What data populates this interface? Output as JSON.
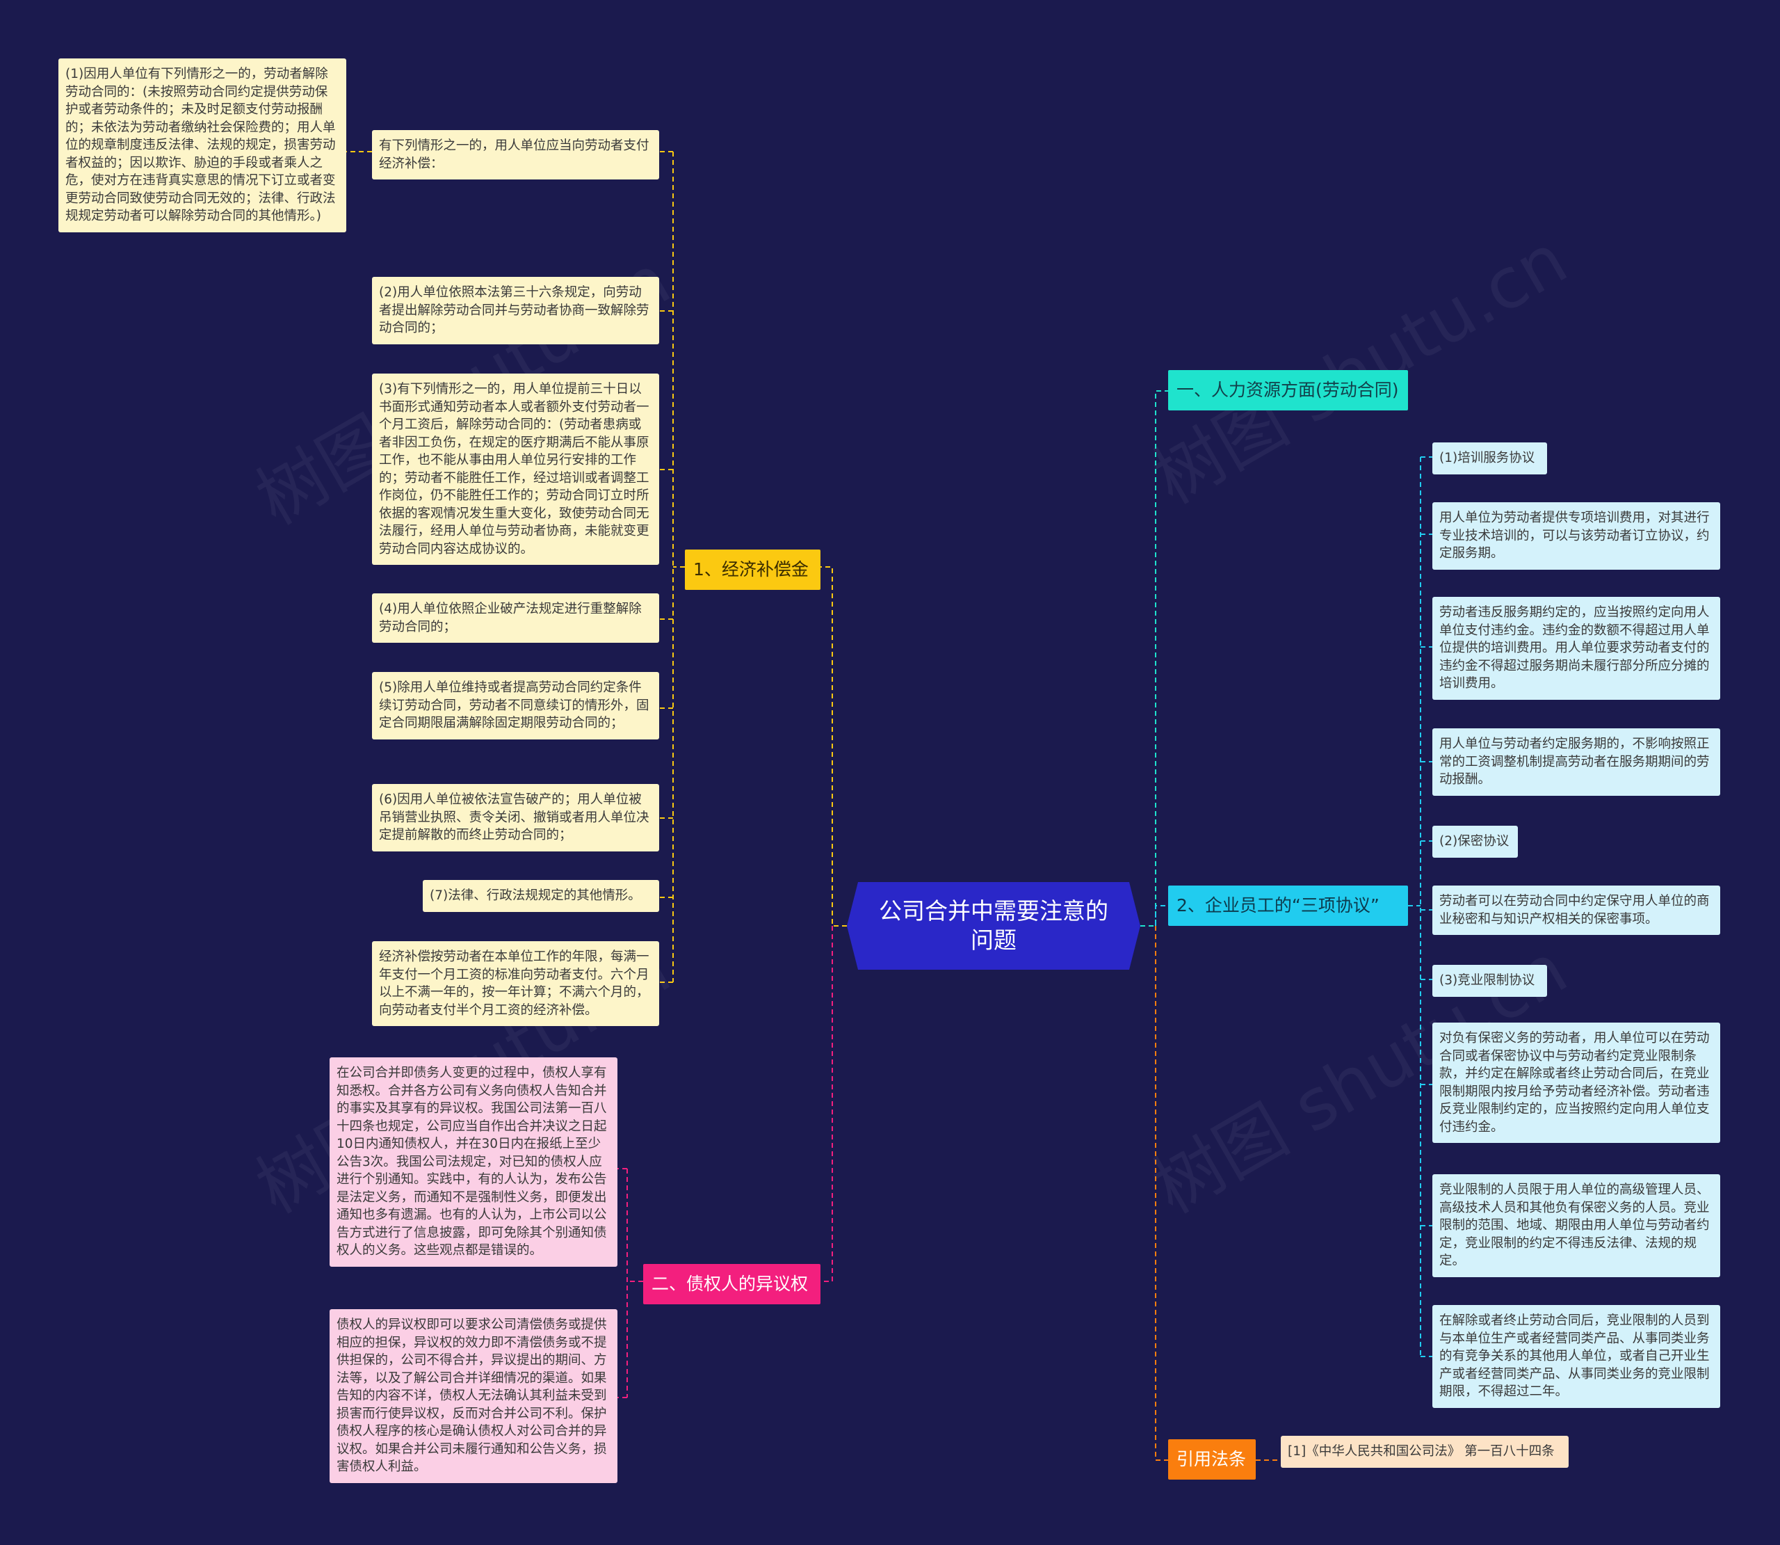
{
  "center": {
    "title": "公司合并中需要注意的问题"
  },
  "watermark": "树图 shutu.cn",
  "branches": {
    "compensation": "1、经济补偿金",
    "hr": "一、人力资源方面(劳动合同)",
    "agreements": "2、企业员工的“三项协议”",
    "creditor": "二、债权人的异议权",
    "citation": "引用法条"
  },
  "compensation_items": {
    "intro": "有下列情形之一的，用人单位应当向劳动者支付经济补偿：",
    "detail1": "(1)因用人单位有下列情形之一的，劳动者解除劳动合同的：(未按照劳动合同约定提供劳动保护或者劳动条件的；未及时足额支付劳动报酬的；未依法为劳动者缴纳社会保险费的；用人单位的规章制度违反法律、法规的规定，损害劳动者权益的；因以欺诈、胁迫的手段或者乘人之危，使对方在违背真实意思的情况下订立或者变更劳动合同致使劳动合同无效的；法律、行政法规规定劳动者可以解除劳动合同的其他情形。)",
    "item2": "(2)用人单位依照本法第三十六条规定，向劳动者提出解除劳动合同并与劳动者协商一致解除劳动合同的；",
    "item3": "(3)有下列情形之一的，用人单位提前三十日以书面形式通知劳动者本人或者额外支付劳动者一个月工资后，解除劳动合同的：(劳动者患病或者非因工负伤，在规定的医疗期满后不能从事原工作，也不能从事由用人单位另行安排的工作的；劳动者不能胜任工作，经过培训或者调整工作岗位，仍不能胜任工作的；劳动合同订立时所依据的客观情况发生重大变化，致使劳动合同无法履行，经用人单位与劳动者协商，未能就变更劳动合同内容达成协议的。",
    "item4": "(4)用人单位依照企业破产法规定进行重整解除劳动合同的；",
    "item5": "(5)除用人单位维持或者提高劳动合同约定条件续订劳动合同，劳动者不同意续订的情形外，固定合同期限届满解除固定期限劳动合同的；",
    "item6": "(6)因用人单位被依法宣告破产的；用人单位被吊销营业执照、责令关闭、撤销或者用人单位决定提前解散的而终止劳动合同的；",
    "item7": "(7)法律、行政法规规定的其他情形。",
    "item8": "经济补偿按劳动者在本单位工作的年限，每满一年支付一个月工资的标准向劳动者支付。六个月以上不满一年的，按一年计算；不满六个月的，向劳动者支付半个月工资的经济补偿。"
  },
  "creditor_items": {
    "item1": "在公司合并即债务人变更的过程中，债权人享有知悉权。合并各方公司有义务向债权人告知合并的事实及其享有的异议权。我国公司法第一百八十四条也规定，公司应当自作出合并决议之日起10日内通知债权人，并在30日内在报纸上至少公告3次。我国公司法规定，对已知的债权人应进行个别通知。实践中，有的人认为，发布公告是法定义务，而通知不是强制性义务，即便发出通知也多有遗漏。也有的人认为，上市公司以公告方式进行了信息披露，即可免除其个别通知债权人的义务。这些观点都是错误的。",
    "item2": "债权人的异议权即可以要求公司清偿债务或提供相应的担保，异议权的效力即不清偿债务或不提供担保的，公司不得合并，异议提出的期间、方法等，以及了解公司合并详细情况的渠道。如果告知的内容不详，债权人无法确认其利益未受到损害而行使异议权，反而对合并公司不利。保护债权人程序的核心是确认债权人对公司合并的异议权。如果合并公司未履行通知和公告义务，损害债权人利益。"
  },
  "agreement_items": {
    "training": "(1)培训服务协议",
    "training_1": "用人单位为劳动者提供专项培训费用，对其进行专业技术培训的，可以与该劳动者订立协议，约定服务期。",
    "training_2": "劳动者违反服务期约定的，应当按照约定向用人单位支付违约金。违约金的数额不得超过用人单位提供的培训费用。用人单位要求劳动者支付的违约金不得超过服务期尚未履行部分所应分摊的培训费用。",
    "training_3": "用人单位与劳动者约定服务期的，不影响按照正常的工资调整机制提高劳动者在服务期期间的劳动报酬。",
    "secrecy": "(2)保密协议",
    "secrecy_1": "劳动者可以在劳动合同中约定保守用人单位的商业秘密和与知识产权相关的保密事项。",
    "noncompete": "(3)竞业限制协议",
    "noncompete_1": "对负有保密义务的劳动者，用人单位可以在劳动合同或者保密协议中与劳动者约定竞业限制条款，并约定在解除或者终止劳动合同后，在竞业限制期限内按月给予劳动者经济补偿。劳动者违反竞业限制约定的，应当按照约定向用人单位支付违约金。",
    "noncompete_2": "竞业限制的人员限于用人单位的高级管理人员、高级技术人员和其他负有保密义务的人员。竞业限制的范围、地域、期限由用人单位与劳动者约定，竞业限制的约定不得违反法律、法规的规定。",
    "noncompete_3": "在解除或者终止劳动合同后，竞业限制的人员到与本单位生产或者经营同类产品、从事同类业务的有竞争关系的其他用人单位，或者自己开业生产或者经营同类产品、从事同类业务的竞业限制期限，不得超过二年。"
  },
  "citation_items": {
    "ref1": "[1]《中华人民共和国公司法》 第一百八十四条"
  },
  "colors": {
    "background": "#1b1a4e",
    "center": "#2a27c8",
    "yellow": "#fbc911",
    "teal": "#1fe3cd",
    "cyan": "#21ccef",
    "pink": "#f31f7e",
    "orange": "#fa7e0e"
  }
}
